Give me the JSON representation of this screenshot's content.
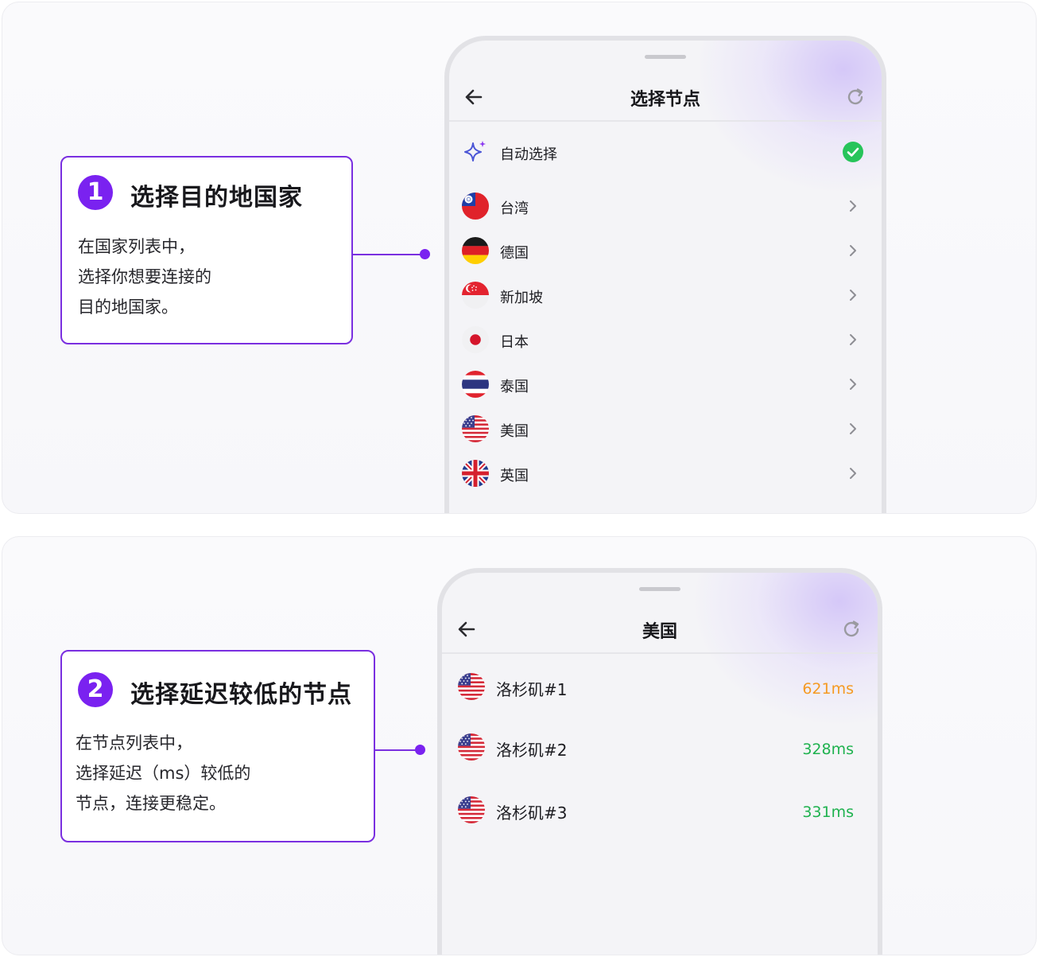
{
  "step1": {
    "badge": "1",
    "title": "选择目的地国家",
    "body": "在国家列表中，\n选择你想要连接的\n目的地国家。"
  },
  "step2": {
    "badge": "2",
    "title": "选择延迟较低的节点",
    "body": "在节点列表中，\n选择延迟（ms）较低的\n节点，连接更稳定。"
  },
  "screen1": {
    "title": "选择节点",
    "auto_select": "自动选择",
    "countries": [
      {
        "label": "台湾",
        "flag": "taiwan-flag"
      },
      {
        "label": "德国",
        "flag": "germany-flag"
      },
      {
        "label": "新加坡",
        "flag": "singapore-flag"
      },
      {
        "label": "日本",
        "flag": "japan-flag"
      },
      {
        "label": "泰国",
        "flag": "thailand-flag"
      },
      {
        "label": "美国",
        "flag": "usa-flag"
      },
      {
        "label": "英国",
        "flag": "uk-flag"
      }
    ]
  },
  "screen2": {
    "title": "美国",
    "nodes": [
      {
        "label": "洛杉矶#1",
        "latency": "621ms",
        "color": "#f59a23"
      },
      {
        "label": "洛杉矶#2",
        "latency": "328ms",
        "color": "#1fb24f"
      },
      {
        "label": "洛杉矶#3",
        "latency": "331ms",
        "color": "#1fb24f"
      }
    ]
  },
  "colors": {
    "accent": "#7a22f0",
    "selected_check": "#27c45a",
    "latency_high": "#f59a23",
    "latency_low": "#1fb24f"
  }
}
